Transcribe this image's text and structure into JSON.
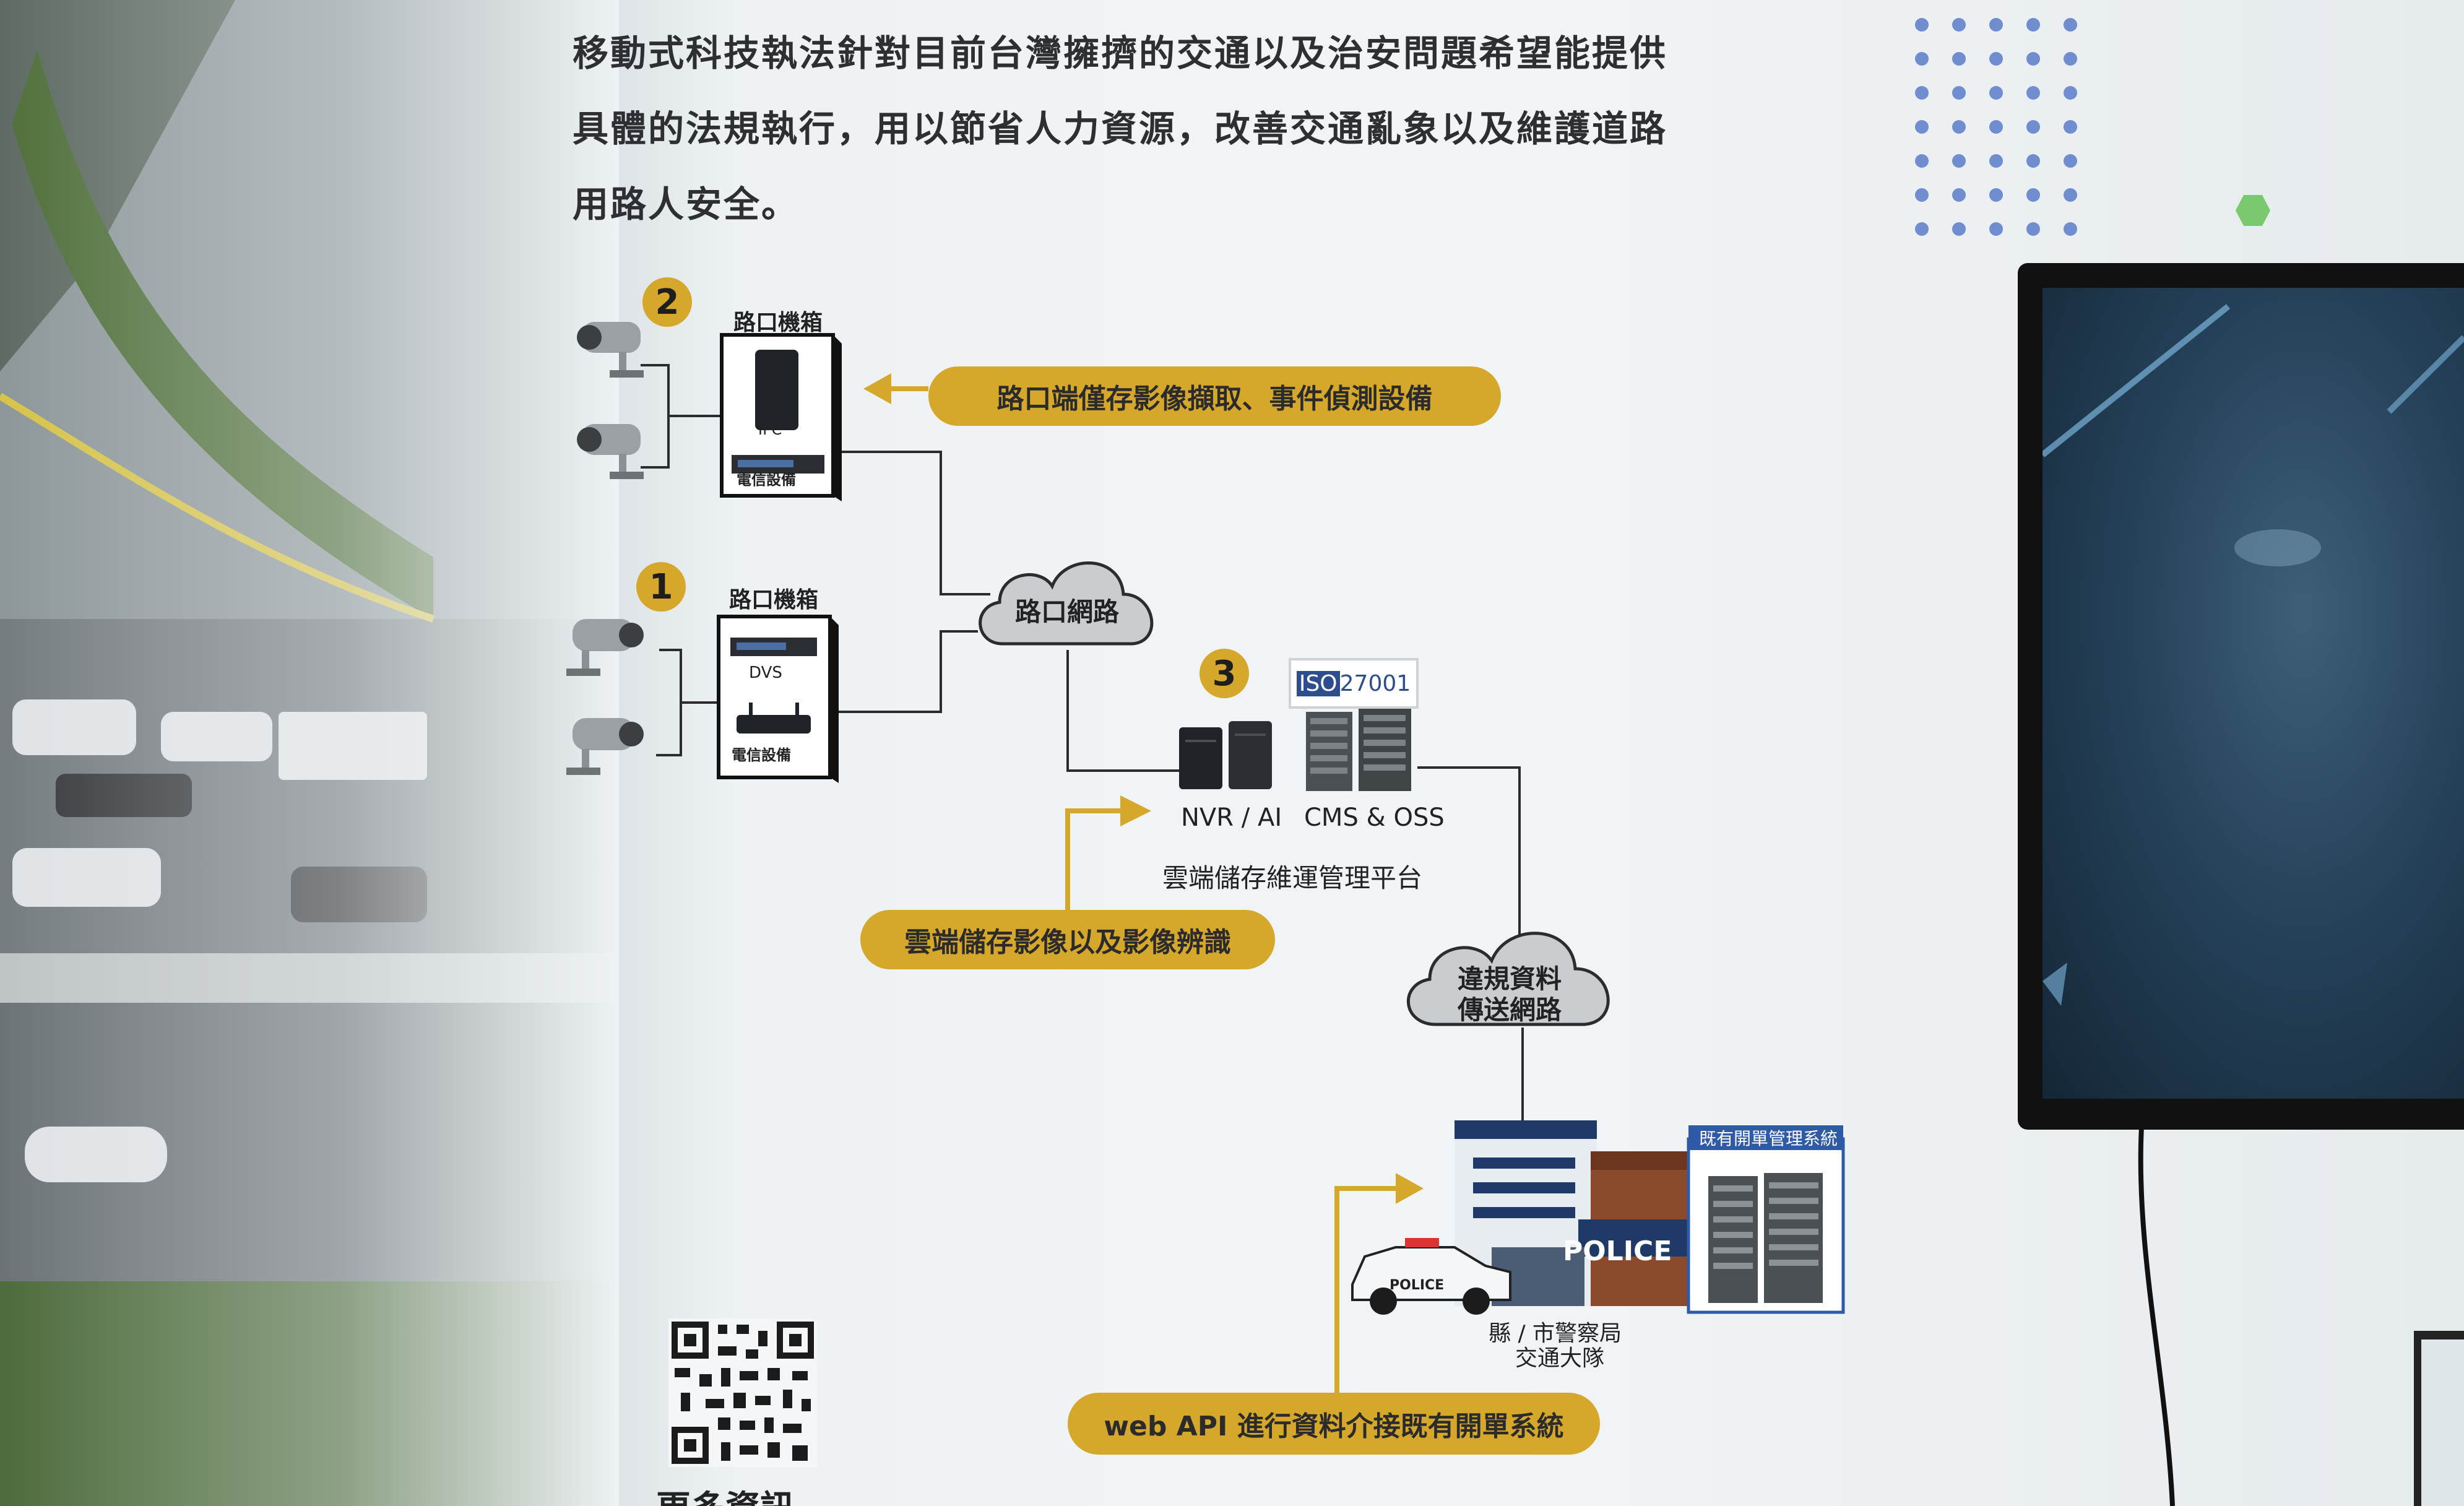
{
  "intro": {
    "line1": "移動式科技執法針對目前台灣擁擠的交通以及治安問題希望能提供",
    "line2": "具體的法規執行，用以節省人力資源，改善交通亂象以及維護道路",
    "line3": "用路人安全。"
  },
  "diagram": {
    "site2": {
      "badge": "2",
      "title": "路口機箱",
      "device": "IPC",
      "telecom": "電信設備"
    },
    "site1": {
      "badge": "1",
      "title": "路口機箱",
      "device": "DVS",
      "telecom": "電信設備"
    },
    "site3": {
      "badge": "3",
      "iso": "ISO",
      "iso_num": "27001",
      "nvr": "NVR / AI",
      "cms": "CMS & OSS",
      "platform": "雲端儲存維運管理平台"
    },
    "cloud1": "路口網路",
    "cloud2_line1": "違規資料",
    "cloud2_line2": "傳送網路",
    "callout_top": "路口端僅存影像擷取、事件偵測設備",
    "callout_mid": "雲端儲存影像以及影像辨識",
    "callout_bottom": "web API 進行資料介接既有開單系統",
    "police": {
      "sign": "POLICE",
      "car_label": "POLICE",
      "system_title": "既有開單管理系統",
      "caption_line1": "縣 / 市警察局",
      "caption_line2": "交通大隊"
    }
  },
  "qr_caption": "更多資訊",
  "colors": {
    "accent": "#d5a82b",
    "police_blue": "#1f3a66",
    "brick": "#8b4a2c"
  }
}
